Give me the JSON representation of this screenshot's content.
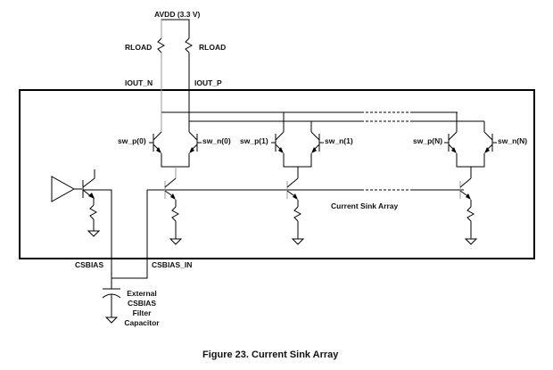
{
  "figure": {
    "caption": "Figure 23.  Current Sink Array"
  },
  "labels": {
    "supply": "AVDD (3.3 V)",
    "rload_left": "RLOAD",
    "rload_right": "RLOAD",
    "iout_n": "IOUT_N",
    "iout_p": "IOUT_P",
    "array_label": "Current Sink Array",
    "csbias": "CSBIAS",
    "csbias_in": "CSBIAS_IN",
    "capacitor_lines": [
      "External",
      "CSBIAS",
      "Filter",
      "Capacitor"
    ]
  },
  "cells": [
    {
      "sw_p": "sw_p(0)",
      "sw_n": "sw_n(0)"
    },
    {
      "sw_p": "sw_p(1)",
      "sw_n": "sw_n(1)"
    },
    {
      "sw_p": "sw_p(N)",
      "sw_n": "sw_n(N)"
    }
  ]
}
